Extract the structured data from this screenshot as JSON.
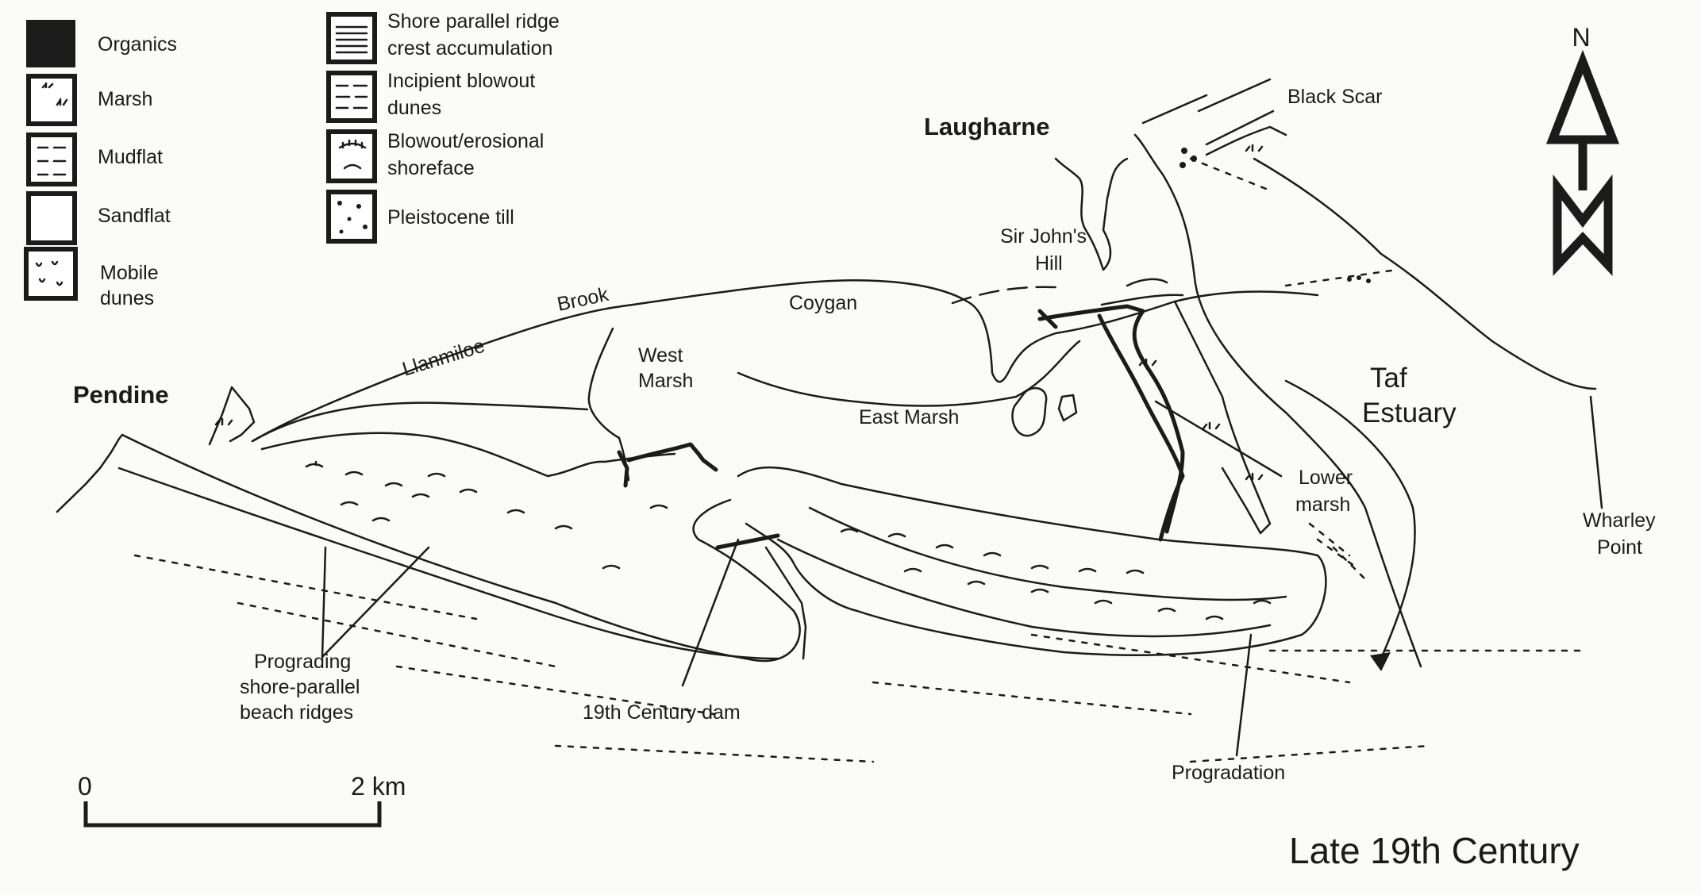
{
  "legend": {
    "items": [
      {
        "key": "organics",
        "label": [
          "Organics"
        ]
      },
      {
        "key": "marsh",
        "label": [
          "Marsh"
        ]
      },
      {
        "key": "mudflat",
        "label": [
          "Mudflat"
        ]
      },
      {
        "key": "sandflat",
        "label": [
          "Sandflat"
        ]
      },
      {
        "key": "mobile_dunes",
        "label": [
          "Mobile",
          "dunes"
        ]
      },
      {
        "key": "shore_parallel_ridge",
        "label": [
          "Shore parallel ridge",
          "crest accumulation"
        ]
      },
      {
        "key": "incipient_blowout",
        "label": [
          "Incipient blowout",
          "dunes"
        ]
      },
      {
        "key": "blowout_erosional",
        "label": [
          "Blowout/erosional",
          "shoreface"
        ]
      },
      {
        "key": "pleistocene_till",
        "label": [
          "Pleistocene till"
        ]
      }
    ]
  },
  "places": {
    "pendine": "Pendine",
    "laugharne": "Laugharne"
  },
  "labels": {
    "llanmiloe": "Llanmiloe",
    "brook": "Brook",
    "coygan": "Coygan",
    "west_marsh": [
      "West",
      "Marsh"
    ],
    "east_marsh": "East Marsh",
    "sir_johns_hill": [
      "Sir John's",
      "Hill"
    ],
    "black_scar": "Black Scar",
    "taf_estuary": [
      "Taf",
      "Estuary"
    ],
    "lower_marsh": [
      "Lower",
      "marsh"
    ],
    "wharley_point": [
      "Wharley",
      "Point"
    ],
    "prograding_ridges": [
      "Prograding",
      "shore-parallel",
      "beach ridges"
    ],
    "dam": "19th Century dam",
    "progradation": "Progradation"
  },
  "north_arrow": {
    "label": "N"
  },
  "scale_bar": {
    "start": "0",
    "end": "2 km"
  },
  "title": "Late 19th Century"
}
